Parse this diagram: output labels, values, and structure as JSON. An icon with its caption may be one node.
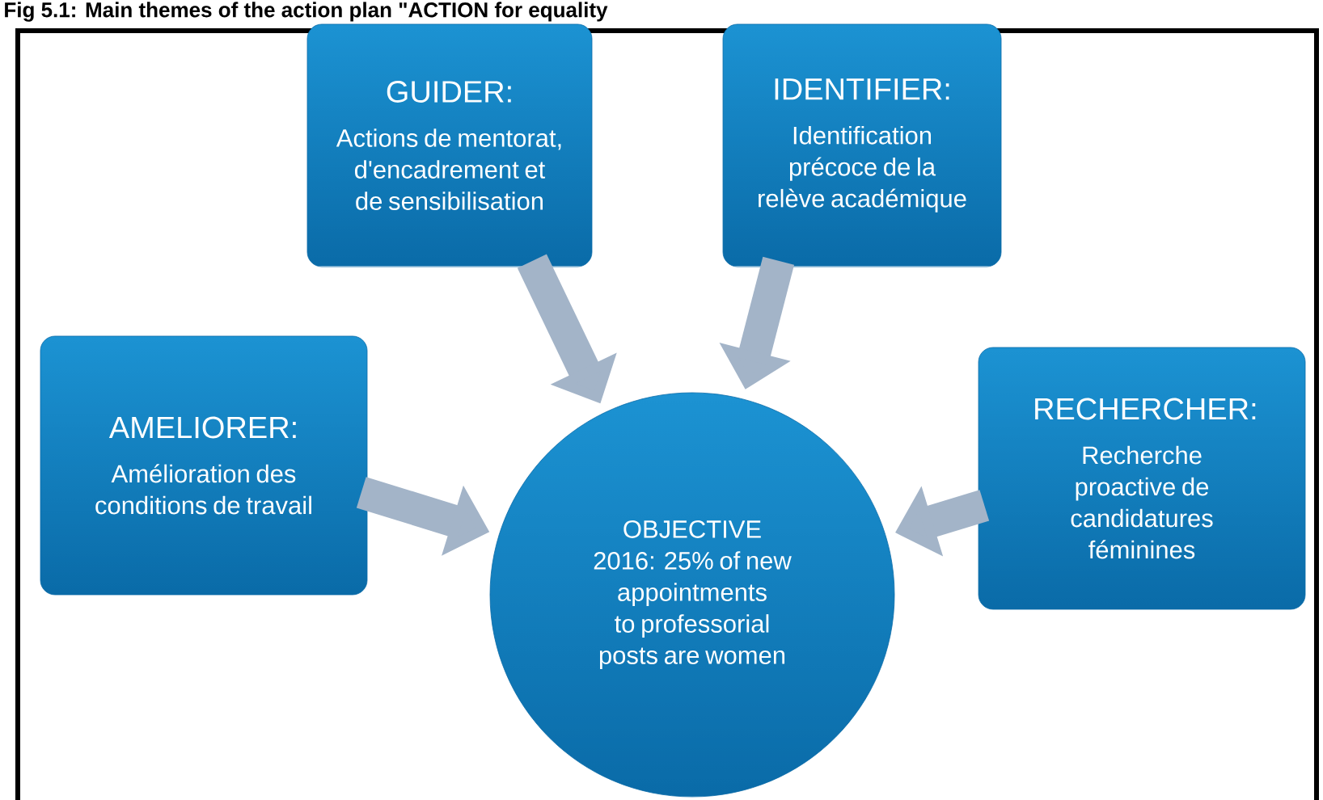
{
  "diagram": {
    "title": "Fig 5.1: Main themes of the action plan \"ACTION for equality",
    "nodes": [
      {
        "text": [
          "GUIDER:",
          "Actions de mentorat, d'encadrement et de sensibilisation"
        ]
      },
      {
        "text": [
          "IDENTIFIER:",
          "Identification précoce de la relève académique"
        ]
      },
      {
        "text": [
          "AMELIORER:",
          "Amélioration des conditions de travail"
        ]
      },
      {
        "text": [
          "OBJECTIVE 2016: 25% of new appointments to professorial posts are women"
        ]
      },
      {
        "text": [
          "RECHERCHER:",
          "Recherche proactive de candidatures féminines"
        ]
      }
    ],
    "edges": [
      {
        "from": 0,
        "to": 3,
        "arrow": "to"
      },
      {
        "from": 1,
        "to": 3,
        "arrow": "to"
      },
      {
        "from": 2,
        "to": 3,
        "arrow": "to"
      },
      {
        "from": 4,
        "to": 3,
        "arrow": "to"
      }
    ]
  }
}
